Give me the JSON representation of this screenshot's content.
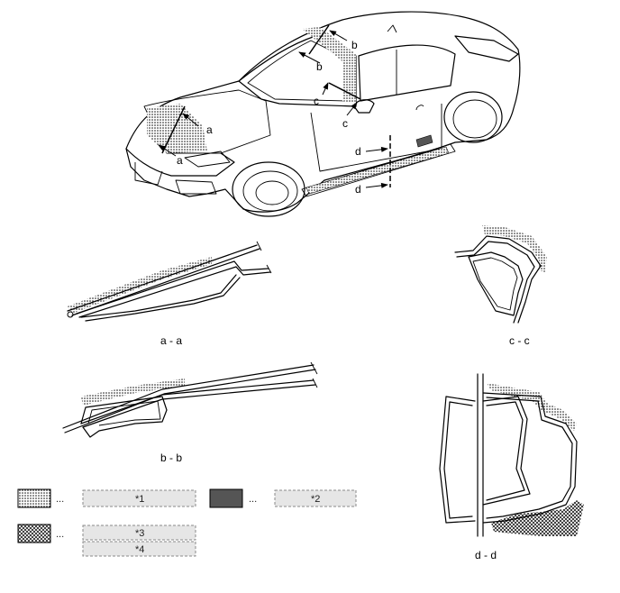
{
  "markers": {
    "a1": "a",
    "a2": "a",
    "b1": "b",
    "b2": "b",
    "c1": "c",
    "c2": "c",
    "d1": "d",
    "d2": "d"
  },
  "sections": {
    "aa": "a - a",
    "bb": "b - b",
    "cc": "c - c",
    "dd": "d - d"
  },
  "legend": {
    "dots": "...",
    "item1": "*1",
    "item2": "*2",
    "item3": "*3",
    "item4": "*4"
  }
}
